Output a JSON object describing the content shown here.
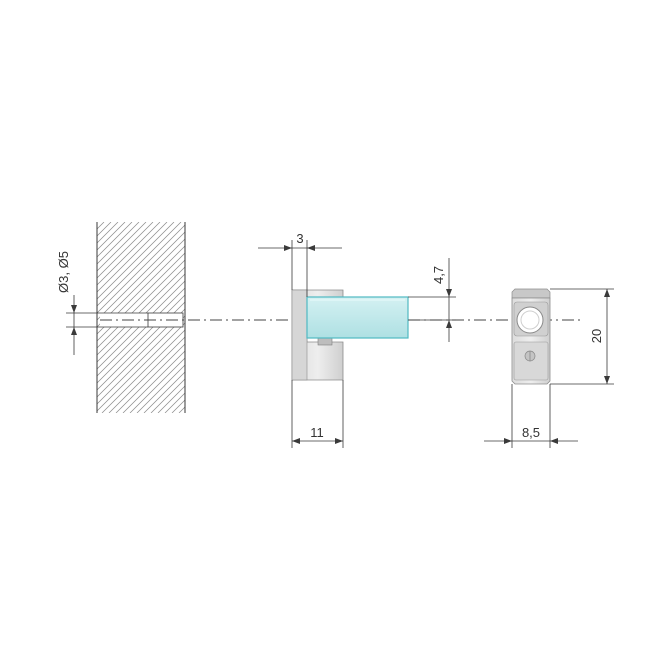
{
  "dimensions": {
    "hole_diameter": "Ø3, Ø5",
    "glass_thickness_offset": "3",
    "clip_depth": "11",
    "glass_height": "4,7",
    "clip_width": "8,5",
    "clip_height": "20"
  },
  "colors": {
    "glass_fill": "#bfe8ea",
    "glass_edge": "#4fb9c2",
    "metal_light": "#e4e4e4",
    "metal_mid": "#c9c9c9",
    "metal_dark": "#a9a9a9",
    "line": "#3a3a3a",
    "hatch": "#8a8a8a"
  }
}
